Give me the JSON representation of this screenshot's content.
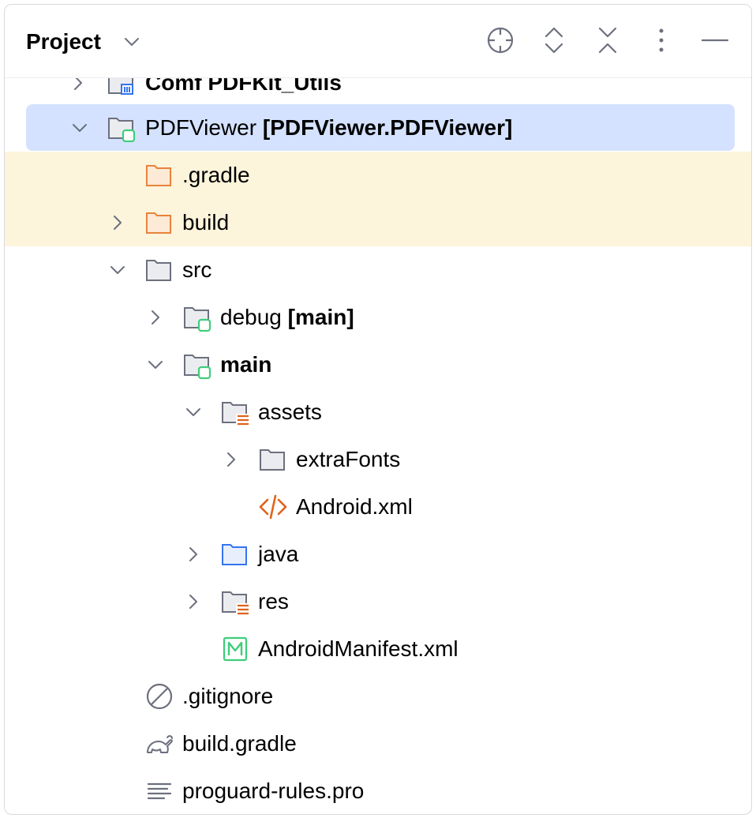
{
  "header": {
    "title": "Project",
    "buttons": [
      {
        "name": "locate-file-button",
        "icon": "crosshair-icon"
      },
      {
        "name": "expand-all-button",
        "icon": "expand-all-icon"
      },
      {
        "name": "collapse-all-button",
        "icon": "collapse-all-icon"
      },
      {
        "name": "options-button",
        "icon": "more-vertical-icon"
      },
      {
        "name": "hide-button",
        "icon": "minimize-icon"
      }
    ]
  },
  "tree": {
    "items": [
      {
        "label": "Comf PDFKit_Utils",
        "icon": "module-icon",
        "expanded": false
      },
      {
        "label": "PDFViewer",
        "suffix": "[PDFViewer.PDFViewer]",
        "icon": "module-folder-icon",
        "expanded": true,
        "selected": true
      },
      {
        "label": ".gradle",
        "icon": "excluded-folder-icon"
      },
      {
        "label": "build",
        "icon": "excluded-folder-icon",
        "expanded": false
      },
      {
        "label": "src",
        "icon": "folder-icon",
        "expanded": true
      },
      {
        "label": "debug",
        "suffix": "[main]",
        "icon": "source-set-folder-icon",
        "expanded": false
      },
      {
        "label": "main",
        "icon": "source-set-folder-icon",
        "expanded": true
      },
      {
        "label": "assets",
        "icon": "resources-folder-icon",
        "expanded": true
      },
      {
        "label": "extraFonts",
        "icon": "folder-icon",
        "expanded": false
      },
      {
        "label": "Android.xml",
        "icon": "xml-file-icon"
      },
      {
        "label": "java",
        "icon": "source-root-folder-icon",
        "expanded": false
      },
      {
        "label": "res",
        "icon": "resources-folder-icon",
        "expanded": false
      },
      {
        "label": "AndroidManifest.xml",
        "icon": "manifest-file-icon"
      },
      {
        "label": ".gitignore",
        "icon": "ignored-file-icon"
      },
      {
        "label": "build.gradle",
        "icon": "gradle-file-icon"
      },
      {
        "label": "proguard-rules.pro",
        "icon": "text-file-icon"
      }
    ]
  },
  "colors": {
    "selection": "#d4e2ff",
    "excluded_highlight": "#fdf4dc",
    "module_badge": "#3dce7a",
    "excluded_folder": "#e8833a",
    "source_folder": "#3574f0",
    "resource_lines": "#e0621b",
    "xml_icon": "#e0621b",
    "manifest_icon": "#3dce7a",
    "icon_gray": "#6c707e"
  }
}
